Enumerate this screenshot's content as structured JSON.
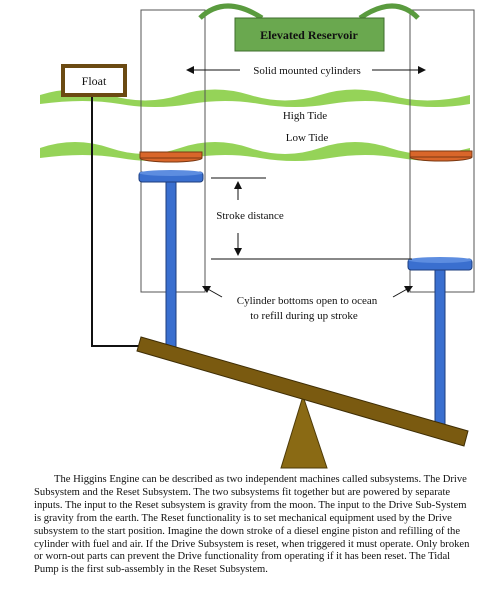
{
  "diagram": {
    "reservoir_label": "Elevated Reservoir",
    "float_label": "Float",
    "cylinders_label": "Solid mounted cylinders",
    "high_tide_label": "High Tide",
    "low_tide_label": "Low Tide",
    "stroke_label": "Stroke distance",
    "bottom_line1": "Cylinder bottoms open to ocean",
    "bottom_line2": "to refill during up stroke"
  },
  "colors": {
    "reservoir_fill": "#6aa84f",
    "water_green": "#8fd14f",
    "float_border": "#6b4a12",
    "piston_blue": "#3a6fcf",
    "piston_orange": "#d9662a",
    "lever_brown": "#7a5a10",
    "fulcrum_brown": "#8a6a14"
  },
  "caption": "The Higgins Engine can be described as two independent machines called subsystems. The Drive Subsystem and the Reset Subsystem.  The two subsystems fit together but are powered by separate inputs.  The input to the Reset subsystem is gravity from the moon.  The input to the Drive Sub-System is gravity from the earth.  The Reset functionality is to set mechanical equipment used by the Drive subsystem to the start position.  Imagine the down stroke of a diesel engine piston and refilling of the cylinder with fuel and air.  If the Drive Subsystem is reset, when triggered it must operate.  Only broken or worn-out parts can prevent the Drive functionality from operating if it has been reset.  The Tidal Pump is the first sub-assembly in the Reset Subsystem."
}
